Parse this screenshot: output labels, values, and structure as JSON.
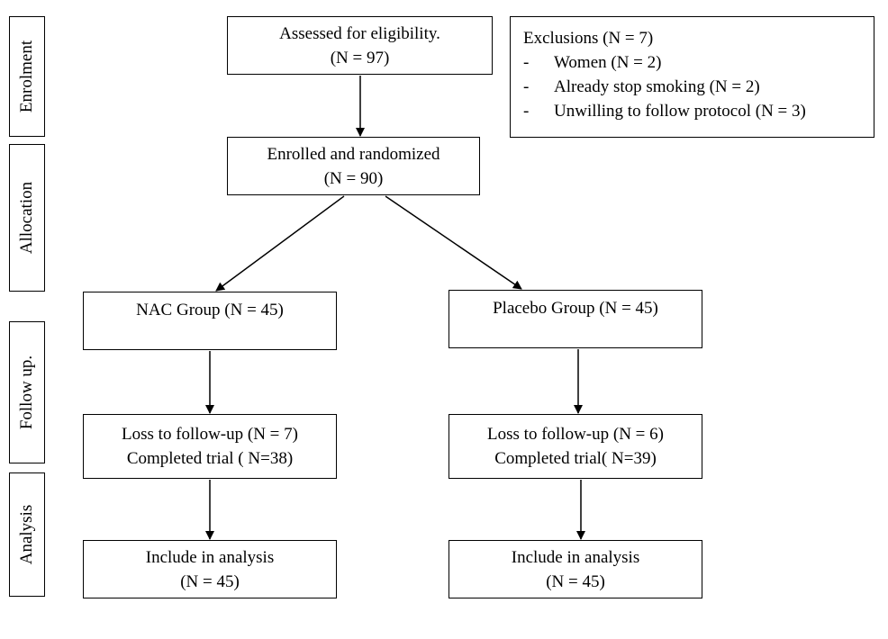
{
  "phases": {
    "enrolment": "Enrolment",
    "allocation": "Allocation",
    "follow_up": "Follow up.",
    "analysis": "Analysis"
  },
  "assessed": {
    "line1": "Assessed for eligibility.",
    "line2": "(N = 97)"
  },
  "exclusions": {
    "title": "Exclusions (N = 7)",
    "dash": "-",
    "items": [
      "Women (N = 2)",
      "Already stop smoking (N = 2)",
      "Unwilling to follow protocol (N = 3)"
    ]
  },
  "enrolled": {
    "line1": "Enrolled and randomized",
    "line2": "(N = 90)"
  },
  "nac_group": {
    "label": "NAC Group (N = 45)"
  },
  "placebo_group": {
    "label": "Placebo Group (N = 45)"
  },
  "nac_followup": {
    "line1": "Loss to follow-up (N = 7)",
    "line2": "Completed trial ( N=38)"
  },
  "placebo_followup": {
    "line1": "Loss to follow-up (N = 6)",
    "line2": "Completed trial( N=39)"
  },
  "nac_analysis": {
    "line1": "Include in analysis",
    "line2": "(N = 45)"
  },
  "placebo_analysis": {
    "line1": "Include in analysis",
    "line2": "(N = 45)"
  }
}
